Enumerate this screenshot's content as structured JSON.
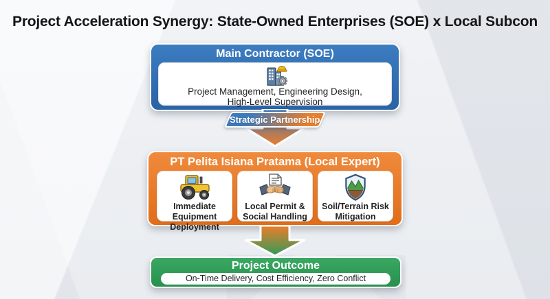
{
  "title": "Project Acceleration Synergy: State-Owned Enterprises (SOE) x Local Subcon",
  "colors": {
    "blue": "#2e6cb0",
    "orange": "#ec7a28",
    "green": "#2f9b58",
    "background": "#eef0f3"
  },
  "main_contractor": {
    "header": "Main Contractor (SOE)",
    "icon": "construction-building-icon",
    "description_line1": "Project Management, Engineering Design,",
    "description_line2": "High-Level Supervision"
  },
  "partnership": {
    "label": "Strategic Partnership"
  },
  "local_expert": {
    "header": "PT Pelita Isiana Pratama (Local Expert)",
    "cards": [
      {
        "icon": "tractor-icon",
        "line1": "Immediate Equipment",
        "line2": "Deployment"
      },
      {
        "icon": "handshake-document-icon",
        "line1": "Local Permit &",
        "line2": "Social Handling"
      },
      {
        "icon": "shield-terrain-icon",
        "line1": "Soil/Terrain Risk",
        "line2": "Mitigation"
      }
    ]
  },
  "outcome": {
    "header": "Project Outcome",
    "description": "On-Time Delivery, Cost Efficiency, Zero Conflict"
  }
}
